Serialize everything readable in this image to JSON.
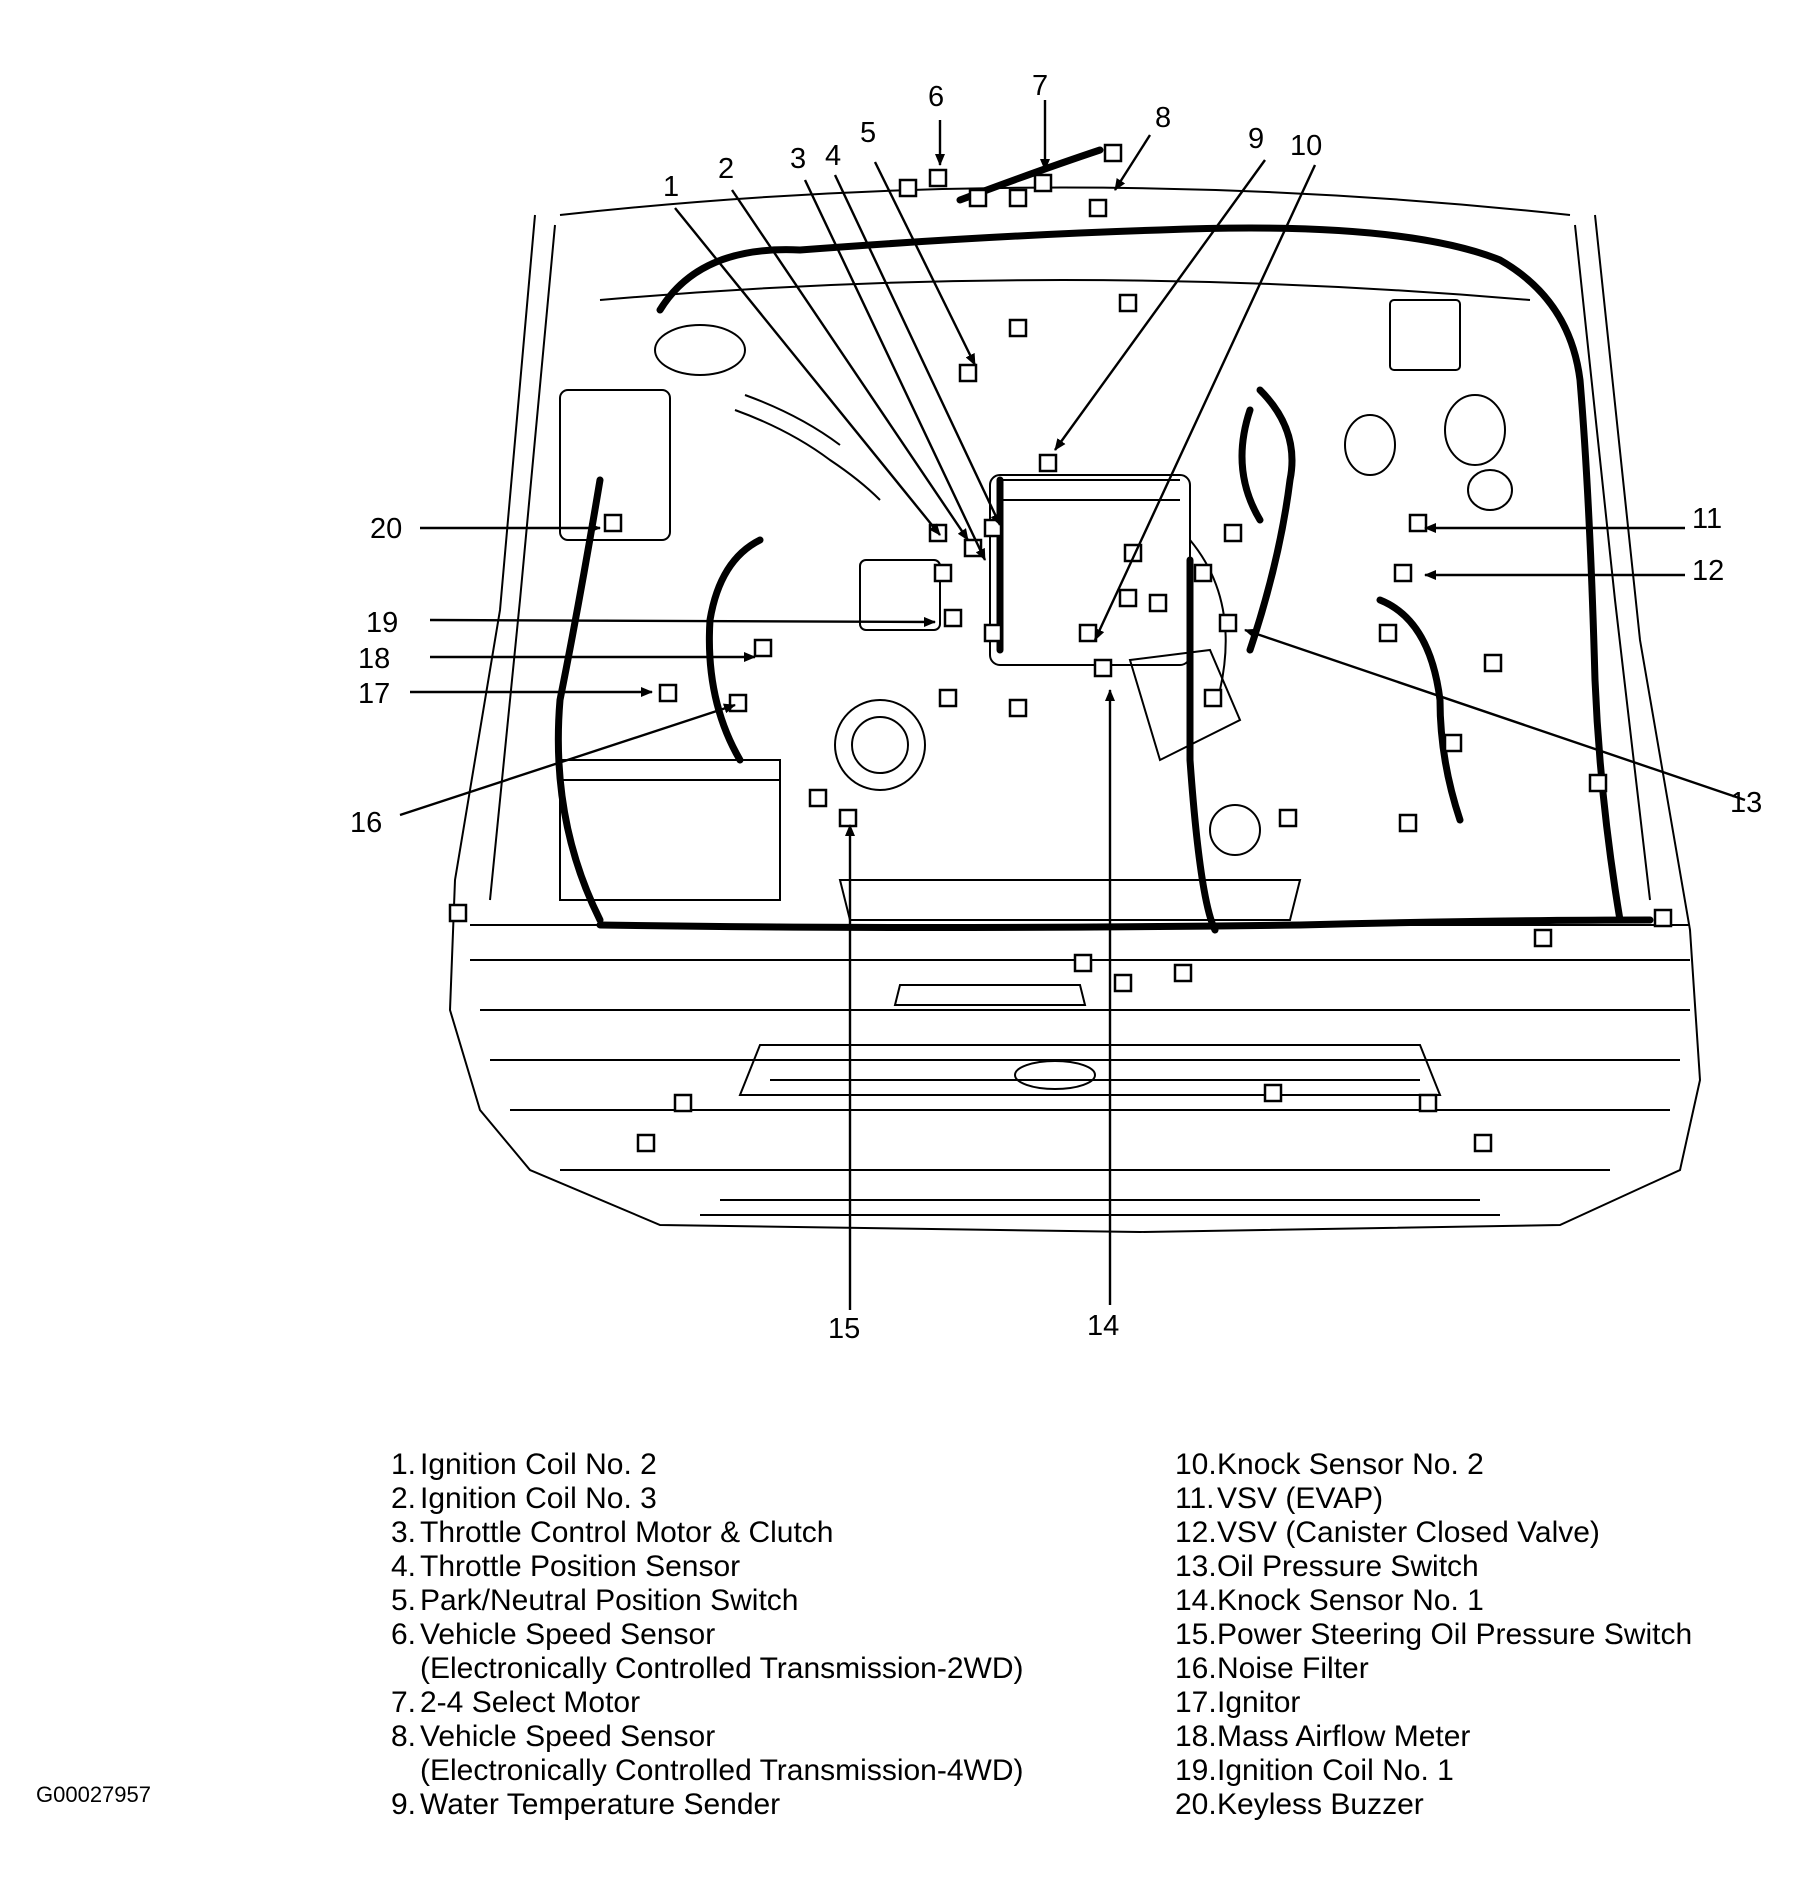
{
  "figure_id": "G00027957",
  "callouts": [
    "1",
    "2",
    "3",
    "4",
    "5",
    "6",
    "7",
    "8",
    "9",
    "10",
    "11",
    "12",
    "13",
    "14",
    "15",
    "16",
    "17",
    "18",
    "19",
    "20"
  ],
  "legend": [
    {
      "num": "1.",
      "text": "Ignition Coil No. 2"
    },
    {
      "num": "2.",
      "text": "Ignition Coil No. 3"
    },
    {
      "num": "3.",
      "text": "Throttle Control Motor & Clutch"
    },
    {
      "num": "4.",
      "text": "Throttle Position Sensor"
    },
    {
      "num": "5.",
      "text": "Park/Neutral Position Switch"
    },
    {
      "num": "6.",
      "text": "Vehicle Speed Sensor",
      "sub": "(Electronically Controlled Transmission-2WD)"
    },
    {
      "num": "7.",
      "text": "2-4 Select Motor"
    },
    {
      "num": "8.",
      "text": "Vehicle Speed Sensor",
      "sub": "(Electronically Controlled Transmission-4WD)"
    },
    {
      "num": "9.",
      "text": "Water Temperature Sender"
    },
    {
      "num": "10.",
      "text": "Knock Sensor No. 2"
    },
    {
      "num": "11.",
      "text": "VSV (EVAP)"
    },
    {
      "num": "12.",
      "text": "VSV (Canister Closed Valve)"
    },
    {
      "num": "13.",
      "text": "Oil Pressure Switch"
    },
    {
      "num": "14.",
      "text": "Knock Sensor No. 1"
    },
    {
      "num": "15.",
      "text": "Power Steering Oil Pressure Switch"
    },
    {
      "num": "16.",
      "text": "Noise Filter"
    },
    {
      "num": "17.",
      "text": "Ignitor"
    },
    {
      "num": "18.",
      "text": "Mass Airflow Meter"
    },
    {
      "num": "19.",
      "text": "Ignition Coil No. 1"
    },
    {
      "num": "20.",
      "text": "Keyless Buzzer"
    }
  ]
}
